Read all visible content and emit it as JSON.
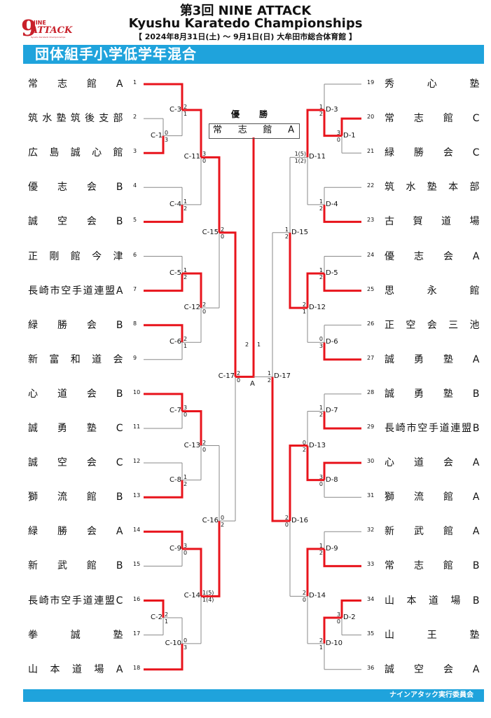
{
  "header": {
    "title_jp": "第3回 NINE ATTACK",
    "title_en": "Kyushu Karatedo Championships",
    "subtitle": "【 2024年8月31日(土) ～ 9月1日(日)  大牟田市総合体育館 】",
    "logo": {
      "number": "9",
      "word_top": "NINE",
      "word": "ATTACK",
      "tagline": "Kyushu Karatedo Championships"
    }
  },
  "banner": {
    "title": "団体組手小学低学年混合",
    "color": "#1fa3dc"
  },
  "footer": {
    "organizer": "ナインアタック実行委員会"
  },
  "colors": {
    "win": "#e8141c",
    "line": "#8a8a8a"
  },
  "winner": {
    "label": "優　勝",
    "team": "常志館A"
  },
  "left_teams": [
    {
      "seed": "1",
      "name": "常志館A"
    },
    {
      "seed": "2",
      "name": "筑水塾筑後支部"
    },
    {
      "seed": "3",
      "name": "広島誠心館"
    },
    {
      "seed": "4",
      "name": "優志会B"
    },
    {
      "seed": "5",
      "name": "誠空会B"
    },
    {
      "seed": "6",
      "name": "正剛館今津"
    },
    {
      "seed": "7",
      "name": "長崎市空手道連盟A"
    },
    {
      "seed": "8",
      "name": "緑勝会B"
    },
    {
      "seed": "9",
      "name": "新富和道会"
    },
    {
      "seed": "10",
      "name": "心道会B"
    },
    {
      "seed": "11",
      "name": "誠勇塾C"
    },
    {
      "seed": "12",
      "name": "誠空会C"
    },
    {
      "seed": "13",
      "name": "獅流館B"
    },
    {
      "seed": "14",
      "name": "緑勝会A"
    },
    {
      "seed": "15",
      "name": "新武館B"
    },
    {
      "seed": "16",
      "name": "長崎市空手道連盟C"
    },
    {
      "seed": "17",
      "name": "拳誠塾"
    },
    {
      "seed": "18",
      "name": "山本道場A"
    }
  ],
  "right_teams": [
    {
      "seed": "19",
      "name": "秀心塾"
    },
    {
      "seed": "20",
      "name": "常志館C"
    },
    {
      "seed": "21",
      "name": "緑勝会C"
    },
    {
      "seed": "22",
      "name": "筑水塾本部"
    },
    {
      "seed": "23",
      "name": "古賀道場"
    },
    {
      "seed": "24",
      "name": "優志会A"
    },
    {
      "seed": "25",
      "name": "思永館"
    },
    {
      "seed": "26",
      "name": "正空会三池"
    },
    {
      "seed": "27",
      "name": "誠勇塾A"
    },
    {
      "seed": "28",
      "name": "誠勇塾B"
    },
    {
      "seed": "29",
      "name": "長崎市空手道連盟B"
    },
    {
      "seed": "30",
      "name": "心道会A"
    },
    {
      "seed": "31",
      "name": "獅流館A"
    },
    {
      "seed": "32",
      "name": "新武館A"
    },
    {
      "seed": "33",
      "name": "常志館B"
    },
    {
      "seed": "34",
      "name": "山本道場B"
    },
    {
      "seed": "35",
      "name": "山王塾"
    },
    {
      "seed": "36",
      "name": "誠空会A"
    }
  ],
  "matches": {
    "C1": "C-1",
    "C2": "C-2",
    "C3": "C-3",
    "C4": "C-4",
    "C5": "C-5",
    "C6": "C-6",
    "C7": "C-7",
    "C8": "C-8",
    "C9": "C-9",
    "C10": "C-10",
    "C11": "C-11",
    "C12": "C-12",
    "C13": "C-13",
    "C14": "C-14",
    "C15": "C-15",
    "C16": "C-16",
    "C17": "C-17",
    "D1": "D-1",
    "D2": "D-2",
    "D3": "D-3",
    "D4": "D-4",
    "D5": "D-5",
    "D6": "D-6",
    "D7": "D-7",
    "D8": "D-8",
    "D9": "D-9",
    "D10": "D-10",
    "D11": "D-11",
    "D12": "D-12",
    "D13": "D-13",
    "D14": "D-14",
    "D15": "D-15",
    "D16": "D-16",
    "D17": "D-17",
    "final": "A"
  },
  "scores": {
    "C1": [
      "0",
      "3"
    ],
    "C2": [
      "2",
      "1"
    ],
    "C3": [
      "2",
      "1"
    ],
    "C4": [
      "1",
      "2"
    ],
    "C5": [
      "1",
      "2"
    ],
    "C6": [
      "2",
      "1"
    ],
    "C7": [
      "3",
      "0"
    ],
    "C8": [
      "1",
      "2"
    ],
    "C9": [
      "3",
      "0"
    ],
    "C10": [
      "0",
      "3"
    ],
    "C11": [
      "3",
      "0"
    ],
    "C12": [
      "2",
      "0"
    ],
    "C13": [
      "2",
      "0"
    ],
    "C14": [
      "1(5)",
      "1(4)"
    ],
    "C15": [
      "2",
      "0"
    ],
    "C16": [
      "0",
      "2"
    ],
    "C17": [
      "2",
      "0"
    ],
    "D1": [
      "3",
      "0"
    ],
    "D2": [
      "3",
      "0"
    ],
    "D3": [
      "1",
      "2"
    ],
    "D4": [
      "1",
      "2"
    ],
    "D5": [
      "1",
      "2"
    ],
    "D6": [
      "0",
      "3"
    ],
    "D7": [
      "1",
      "2"
    ],
    "D8": [
      "3",
      "0"
    ],
    "D9": [
      "1",
      "2"
    ],
    "D10": [
      "2",
      "1"
    ],
    "D11": [
      "1(5)",
      "1(2)"
    ],
    "D12": [
      "2",
      "1"
    ],
    "D13": [
      "0",
      "2"
    ],
    "D14": [
      "2",
      "0"
    ],
    "D15": [
      "1",
      "2"
    ],
    "D16": [
      "2",
      "0"
    ],
    "D17": [
      "1",
      "2"
    ],
    "final": [
      "2",
      "1"
    ]
  }
}
